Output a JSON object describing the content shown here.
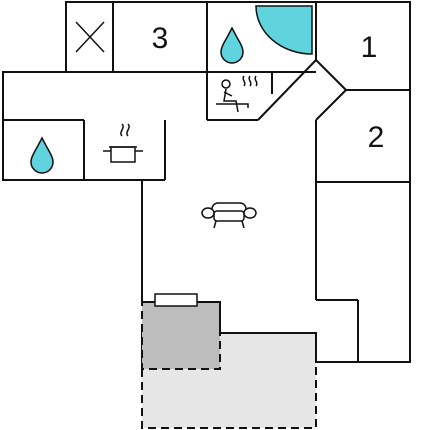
{
  "floorplan": {
    "rooms": [
      {
        "id": "room-1",
        "label": "1",
        "type": "bedroom"
      },
      {
        "id": "room-2",
        "label": "2",
        "type": "bedroom"
      },
      {
        "id": "room-3",
        "label": "3",
        "type": "bedroom"
      }
    ],
    "fixtures": [
      {
        "type": "wc",
        "icon": "cross-icon"
      },
      {
        "type": "bathroom",
        "icon": "water-drop-icon"
      },
      {
        "type": "shower",
        "icon": "shower-corner-icon"
      },
      {
        "type": "sauna",
        "icon": "sauna-icon"
      },
      {
        "type": "bathroom",
        "icon": "water-drop-icon"
      },
      {
        "type": "kitchen",
        "icon": "cooking-pot-icon"
      },
      {
        "type": "living-room",
        "icon": "sofa-icon"
      },
      {
        "type": "fireplace",
        "icon": "fireplace-icon"
      }
    ],
    "outdoor": [
      {
        "type": "covered-terrace",
        "fill": "#bdbdbd"
      },
      {
        "type": "open-terrace",
        "fill": "#e6e6e6"
      }
    ],
    "colors": {
      "wall": "#111111",
      "shower_fill": "#5fd3de",
      "drop_fill": "#5fd3de",
      "background": "#ffffff"
    }
  }
}
